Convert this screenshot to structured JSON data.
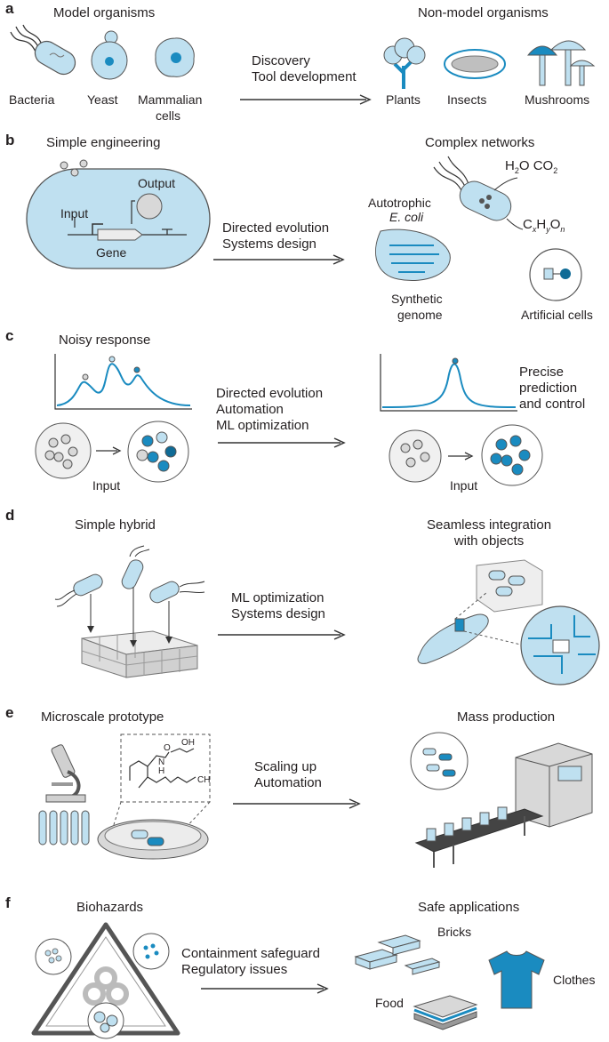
{
  "panels": [
    {
      "label": "a",
      "left_title": "Model organisms",
      "right_title": "Non-model organisms",
      "mid_lines": [
        "Discovery",
        "Tool development"
      ],
      "left_items": [
        "Bacteria",
        "Yeast",
        "Mammalian",
        "cells"
      ],
      "right_items": [
        "Plants",
        "Insects",
        "Mushrooms"
      ]
    },
    {
      "label": "b",
      "left_title": "Simple engineering",
      "right_title": "Complex networks",
      "mid_lines": [
        "Directed evolution",
        "Systems design"
      ],
      "left_items": [
        "Output",
        "Input",
        "Gene"
      ],
      "right_items": [
        "Autotrophic",
        "E. coli",
        "Synthetic",
        "genome",
        "Artificial cells"
      ],
      "chem": {
        "h2o": "H",
        "h2o_sub": "2",
        "h2o_o": "O",
        "co2": "CO",
        "co2_sub": "2",
        "c": "C",
        "x": "x",
        "h": "H",
        "y": "y",
        "o": "O",
        "n": "n"
      }
    },
    {
      "label": "c",
      "left_title": "Noisy response",
      "mid_lines": [
        "Directed evolution",
        "Automation",
        "ML optimization"
      ],
      "right_items": [
        "Precise",
        "prediction",
        "and control"
      ],
      "input_left": "Input",
      "input_right": "Input"
    },
    {
      "label": "d",
      "left_title": "Simple hybrid",
      "right_title_lines": [
        "Seamless integration",
        "with objects"
      ],
      "mid_lines": [
        "ML optimization",
        "Systems design"
      ]
    },
    {
      "label": "e",
      "left_title": "Microscale prototype",
      "right_title": "Mass production",
      "mid_lines": [
        "Scaling up",
        "Automation"
      ],
      "chem_labels": [
        "OH",
        "O",
        "N",
        "H",
        "CH"
      ]
    },
    {
      "label": "f",
      "left_title": "Biohazards",
      "right_title": "Safe applications",
      "mid_lines": [
        "Containment safeguard",
        "Regulatory issues"
      ],
      "right_items": [
        "Bricks",
        "Food",
        "Clothes"
      ]
    }
  ],
  "colors": {
    "cell_fill": "#bfe0f0",
    "cell_stroke": "#555555",
    "accent": "#1a8bc0",
    "dark_blue": "#0f6b96",
    "arrow": "#333333",
    "grey_fill": "#d8d8d8"
  }
}
